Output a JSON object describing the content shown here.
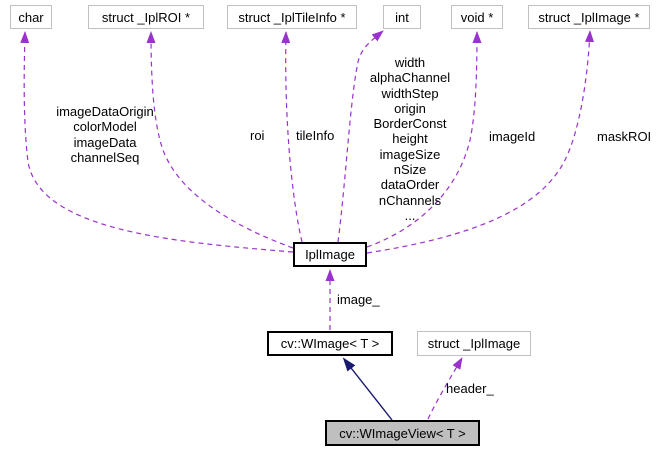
{
  "diagram": {
    "type": "collaboration-graph",
    "colors": {
      "member_edge": "#9a32cd",
      "inherit_edge": "#191970",
      "node_border_dark": "#000000",
      "node_border_light": "#c0c0c0",
      "node_fill": "#ffffff",
      "current_node_fill": "#bfbfbf",
      "text": "#000000",
      "background": "#ffffff"
    },
    "nodes": {
      "char": {
        "label": "char"
      },
      "iplroi": {
        "label": "struct _IplROI *"
      },
      "ipltileinfo": {
        "label": "struct _IplTileInfo *"
      },
      "int": {
        "label": "int"
      },
      "void": {
        "label": "void *"
      },
      "iplimageptr": {
        "label": "struct _IplImage *"
      },
      "iplimage": {
        "label": "IplImage"
      },
      "wimage": {
        "label": "cv::WImage< T >"
      },
      "iplimagestruct": {
        "label": "struct _IplImage"
      },
      "wimageview": {
        "label": "cv::WImageView< T >"
      }
    },
    "edge_labels": {
      "char_members": "imageDataOrigin\ncolorModel\nimageData\nchannelSeq",
      "roi": "roi",
      "tileinfo": "tileInfo",
      "int_members": "width\nalphaChannel\nwidthStep\norigin\nBorderConst\nheight\nimageSize\nnSize\ndataOrder\nnChannels\n...",
      "imageid": "imageId",
      "maskroi": "maskROI",
      "image": "image_",
      "header": "header_"
    }
  }
}
